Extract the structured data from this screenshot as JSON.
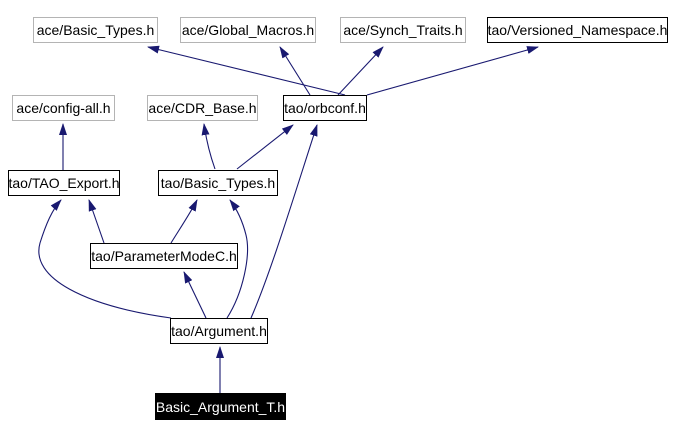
{
  "diagram": {
    "kind": "include-dependency-graph",
    "focus_file": "Basic_Argument_T.h",
    "colors": {
      "background": "#ffffff",
      "edge": "#191970",
      "external_node_border": "#b4b4b4",
      "internal_node_border": "#000000",
      "node_fill": "#ffffff",
      "node_text": "#000000",
      "focus_node_fill": "#000000",
      "focus_node_text": "#ffffff"
    }
  },
  "nodes": [
    {
      "id": "ace-basic-types",
      "label": "ace/Basic_Types.h",
      "style": "external"
    },
    {
      "id": "ace-global-macros",
      "label": "ace/Global_Macros.h",
      "style": "external"
    },
    {
      "id": "ace-synch-traits",
      "label": "ace/Synch_Traits.h",
      "style": "external"
    },
    {
      "id": "tao-versioned-namespace",
      "label": "tao/Versioned_Namespace.h",
      "style": "internal"
    },
    {
      "id": "ace-config-all",
      "label": "ace/config-all.h",
      "style": "external"
    },
    {
      "id": "ace-cdr-base",
      "label": "ace/CDR_Base.h",
      "style": "external"
    },
    {
      "id": "tao-orbconf",
      "label": "tao/orbconf.h",
      "style": "internal"
    },
    {
      "id": "tao-tao-export",
      "label": "tao/TAO_Export.h",
      "style": "internal"
    },
    {
      "id": "tao-basic-types",
      "label": "tao/Basic_Types.h",
      "style": "internal"
    },
    {
      "id": "tao-parametermodec",
      "label": "tao/ParameterModeC.h",
      "style": "internal"
    },
    {
      "id": "tao-argument",
      "label": "tao/Argument.h",
      "style": "internal"
    },
    {
      "id": "basic-argument-t",
      "label": "Basic_Argument_T.h",
      "style": "focus"
    }
  ],
  "edges": [
    {
      "from": "basic-argument-t",
      "to": "tao-argument"
    },
    {
      "from": "tao-argument",
      "to": "tao-tao-export"
    },
    {
      "from": "tao-argument",
      "to": "tao-parametermodec"
    },
    {
      "from": "tao-argument",
      "to": "tao-basic-types"
    },
    {
      "from": "tao-argument",
      "to": "tao-orbconf"
    },
    {
      "from": "tao-parametermodec",
      "to": "tao-tao-export"
    },
    {
      "from": "tao-parametermodec",
      "to": "tao-basic-types"
    },
    {
      "from": "tao-tao-export",
      "to": "ace-config-all"
    },
    {
      "from": "tao-basic-types",
      "to": "ace-cdr-base"
    },
    {
      "from": "tao-basic-types",
      "to": "tao-orbconf"
    },
    {
      "from": "tao-orbconf",
      "to": "ace-basic-types"
    },
    {
      "from": "tao-orbconf",
      "to": "ace-global-macros"
    },
    {
      "from": "tao-orbconf",
      "to": "ace-synch-traits"
    },
    {
      "from": "tao-orbconf",
      "to": "tao-versioned-namespace"
    }
  ]
}
